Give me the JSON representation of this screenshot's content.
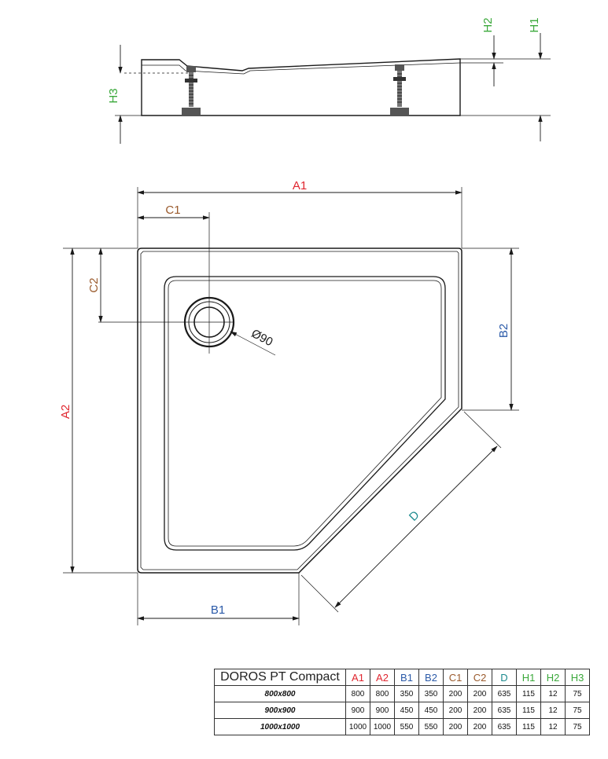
{
  "colors": {
    "A": "#e0262f",
    "B": "#2b5aa8",
    "C": "#9a5a2c",
    "D": "#1c8a8e",
    "H": "#3aa83a",
    "line": "#1a1a1a"
  },
  "labels": {
    "A1": "A1",
    "A2": "A2",
    "B1": "B1",
    "B2": "B2",
    "C1": "C1",
    "C2": "C2",
    "D": "D",
    "H1": "H1",
    "H2": "H2",
    "H3": "H3",
    "drain": "Ø90"
  },
  "table": {
    "title": "DOROS PT Compact",
    "columns": [
      {
        "name": "A1",
        "color": "#e0262f"
      },
      {
        "name": "A2",
        "color": "#e0262f"
      },
      {
        "name": "B1",
        "color": "#2b5aa8"
      },
      {
        "name": "B2",
        "color": "#2b5aa8"
      },
      {
        "name": "C1",
        "color": "#9a5a2c"
      },
      {
        "name": "C2",
        "color": "#9a5a2c"
      },
      {
        "name": "D",
        "color": "#1c8a8e"
      },
      {
        "name": "H1",
        "color": "#3aa83a"
      },
      {
        "name": "H2",
        "color": "#3aa83a"
      },
      {
        "name": "H3",
        "color": "#3aa83a"
      }
    ],
    "rows": [
      {
        "model": "800x800",
        "values": [
          "800",
          "800",
          "350",
          "350",
          "200",
          "200",
          "635",
          "115",
          "12",
          "75"
        ]
      },
      {
        "model": "900x900",
        "values": [
          "900",
          "900",
          "450",
          "450",
          "200",
          "200",
          "635",
          "115",
          "12",
          "75"
        ]
      },
      {
        "model": "1000x1000",
        "values": [
          "1000",
          "1000",
          "550",
          "550",
          "200",
          "200",
          "635",
          "115",
          "12",
          "75"
        ]
      }
    ]
  }
}
